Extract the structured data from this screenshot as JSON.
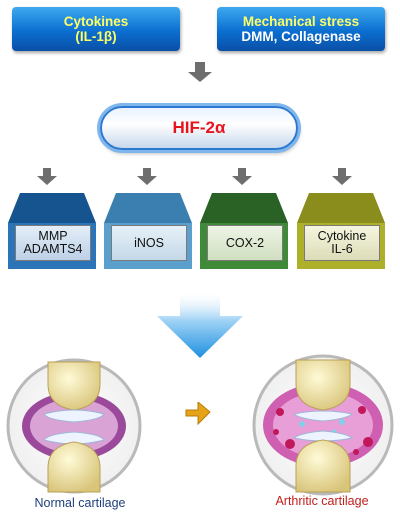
{
  "top_boxes": [
    {
      "line1": "Cytokines",
      "line2": "(IL-1β)"
    },
    {
      "line1": "Mechanical stress",
      "line2": "DMM, Collagenase"
    }
  ],
  "center": {
    "label": "HIF-2α"
  },
  "targets": [
    {
      "line1": "MMP",
      "line2": "ADAMTS4",
      "color_top": "#1d5f9e",
      "color_bottom": "#2c74b8"
    },
    {
      "line1": "iNOS",
      "line2": "",
      "color_top": "#3e86b6",
      "color_bottom": "#5ba0cc"
    },
    {
      "line1": "COX-2",
      "line2": "",
      "color_top": "#2f6b2a",
      "color_bottom": "#3f8a38"
    },
    {
      "line1": "Cytokine",
      "line2": "IL-6",
      "color_top": "#8d8f1e",
      "color_bottom": "#aeb02c"
    }
  ],
  "captions": {
    "normal": "Normal cartilage",
    "arthritic": "Arthritic cartilage"
  },
  "colors": {
    "arrow_gray": "#6e6e6e",
    "caption_normal": "#1f3f7a",
    "caption_arthritic": "#c0201e",
    "big_arrow": "#1e90e0"
  }
}
